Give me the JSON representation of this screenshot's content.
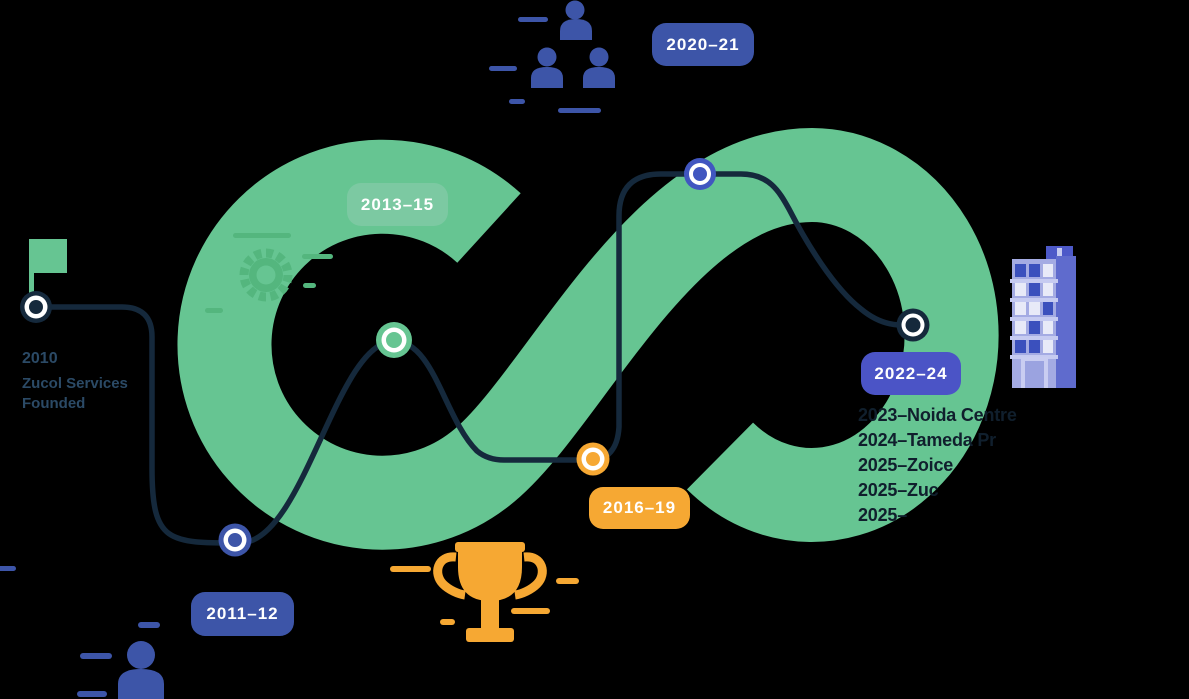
{
  "background": "#000000",
  "palette": {
    "band_green": "#66c592",
    "dark_green": "#54b67e",
    "badge_green": "#7cc9a2",
    "navy": "#15293c",
    "royal_blue": "#3d55a8",
    "bright_blue": "#4156c0",
    "indigo": "#4b54c6",
    "orange": "#f6a833",
    "muted_text": "#2b4a66",
    "dark_text": "#101f2d",
    "building_light": "#a4abe3",
    "building_dark": "#5f6bcd",
    "window_dark": "#3b50bd",
    "window_light": "#e8eaf8"
  },
  "start": {
    "year": "2010",
    "org_line1": "Zucol Services",
    "org_line2": "Founded"
  },
  "badges": {
    "y2011": {
      "label": "2011–12",
      "color": "#3d55a8"
    },
    "y2013": {
      "label": "2013–15",
      "color": "#7cc9a2"
    },
    "y2016": {
      "label": "2016–19",
      "color": "#f6a833"
    },
    "y2020": {
      "label": "2020–21",
      "color": "#3d55a8"
    },
    "y2022": {
      "label": "2022–24",
      "color": "#4b54c6"
    }
  },
  "milestones": {
    "lines": [
      "2023–Noida Centre",
      "2024–Tameda Pr",
      "2025–Zoice",
      "2025–Zuc",
      "2025–"
    ]
  },
  "icons": [
    "flag-icon",
    "gear-icon",
    "team-icon",
    "trophy-icon",
    "person-icon",
    "building-icon"
  ],
  "dots": [
    {
      "name": "dot-2010",
      "color": "#15293c"
    },
    {
      "name": "dot-2011",
      "color": "#3d55a8"
    },
    {
      "name": "dot-2013",
      "color": "#66c592"
    },
    {
      "name": "dot-2016",
      "color": "#f6a833"
    },
    {
      "name": "dot-2020",
      "color": "#4156c0"
    },
    {
      "name": "dot-2022",
      "color": "#15293c"
    }
  ]
}
